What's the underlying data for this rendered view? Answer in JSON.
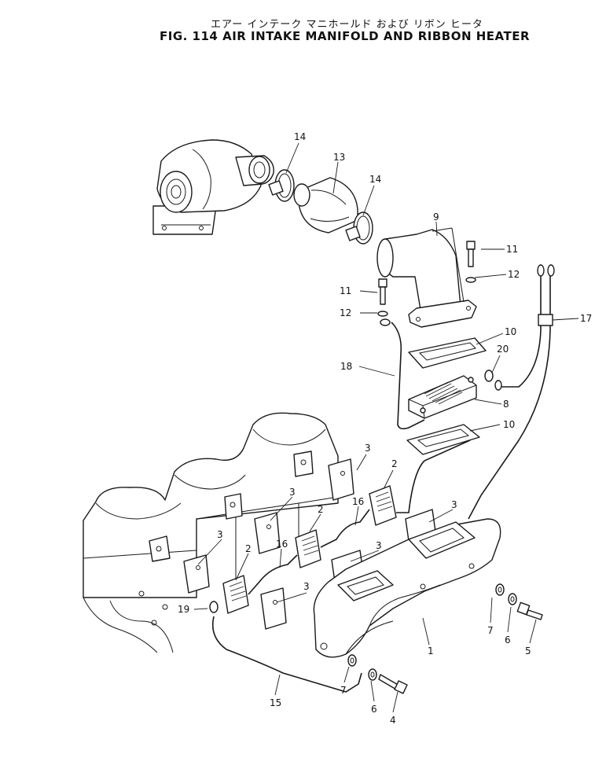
{
  "figure": {
    "title_jp": "エアー インテーク マニホールド および リボン ヒータ",
    "title_en": "FIG. 114  AIR INTAKE MANIFOLD AND RIBBON HEATER"
  },
  "callouts": [
    "1",
    "2",
    "3",
    "4",
    "5",
    "6",
    "7",
    "8",
    "9",
    "10",
    "11",
    "12",
    "13",
    "14",
    "15",
    "16",
    "17",
    "18",
    "19",
    "20"
  ],
  "colors": {
    "line": "#1a1a1a",
    "background": "#ffffff"
  }
}
